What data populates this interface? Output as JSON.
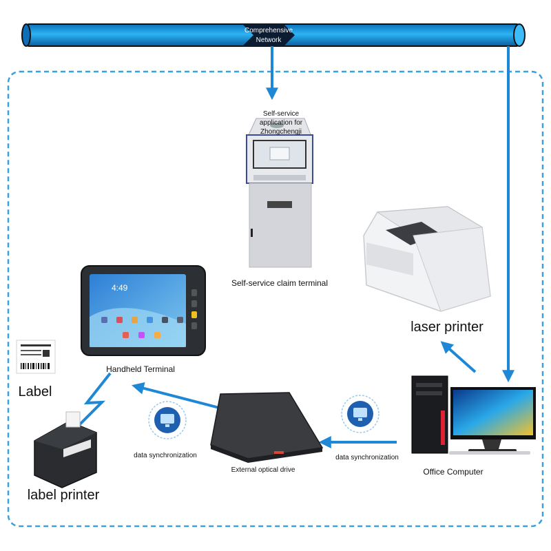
{
  "network": {
    "line1": "Comprehensive",
    "line2": "Network"
  },
  "kiosk": {
    "header": "Self-service application for Zhongchengji",
    "label": "Self-service claim terminal"
  },
  "laser_printer": {
    "label": "laser printer"
  },
  "handheld": {
    "label": "Handheld Terminal",
    "time": "4:49"
  },
  "label_card": {
    "label": "Label"
  },
  "label_printer": {
    "label": "label printer"
  },
  "optical_drive": {
    "label": "External optical drive"
  },
  "office_computer": {
    "label": "Office Computer"
  },
  "sync_left": {
    "label": "data synchronization"
  },
  "sync_right": {
    "label": "data synchronization"
  },
  "colors": {
    "accent": "#1e88d6",
    "network": "#1aa3ec",
    "border_dash": "#3aa0dc"
  }
}
